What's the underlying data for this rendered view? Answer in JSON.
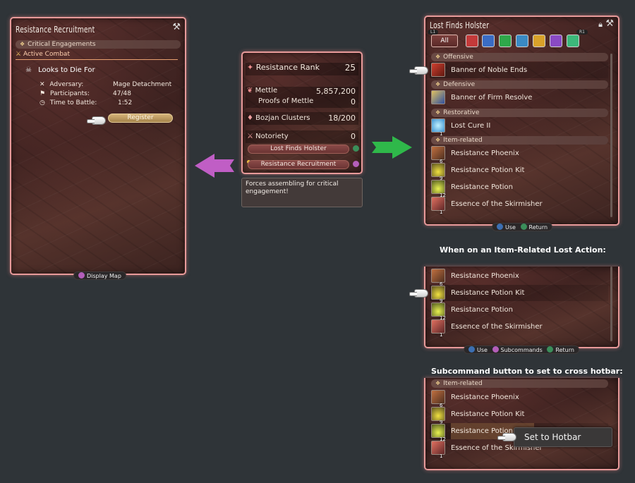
{
  "recruitment": {
    "title": "Resistance Recruitment",
    "section_critical": "Critical Engagements",
    "section_active": "Active Combat",
    "engagement_name": "Looks to Die For",
    "adversary_label": "Adversary:",
    "adversary_value": "Mage Detachment",
    "participants_label": "Participants:",
    "participants_value": "47/48",
    "time_label": "Time to Battle:",
    "time_value": "1:52",
    "register_label": "Register",
    "footer_label": "Display Map"
  },
  "rank_panel": {
    "rank_label": "Resistance Rank",
    "rank_value": "25",
    "mettle_label": "Mettle",
    "mettle_value": "5,857,200",
    "proofs_label": "Proofs of Mettle",
    "proofs_value": "0",
    "clusters_label": "Bozjan Clusters",
    "clusters_value": "18/200",
    "notoriety_label": "Notoriety",
    "notoriety_value": "0",
    "holster_button": "Lost Finds Holster",
    "recruit_button": "Resistance Recruitment",
    "tooltip": "Forces assembling for critical engagement!"
  },
  "holster": {
    "title": "Lost Finds Holster",
    "l1": "L1",
    "r1": "R1",
    "tab_all": "All",
    "section_offensive": "Offensive",
    "section_defensive": "Defensive",
    "section_restorative": "Restorative",
    "section_item": "Item-related",
    "items": {
      "banner_noble": "Banner of Noble Ends",
      "banner_firm": "Banner of Firm Resolve",
      "lost_cure": "Lost Cure II",
      "phoenix": "Resistance Phoenix",
      "potion_kit": "Resistance Potion Kit",
      "potion": "Resistance Potion",
      "essence": "Essence of the Skirmisher"
    },
    "counts": {
      "lost_cure": "1",
      "phoenix": "6",
      "potion_kit": "9",
      "potion": "12",
      "essence": "1"
    },
    "footer_use": "Use",
    "footer_return": "Return",
    "footer_subcommands": "Subcommands"
  },
  "captions": {
    "item_related": "When on an Item-Related Lost Action:",
    "subcommand": "Subcommand button to set to cross hotbar:"
  },
  "context_menu": {
    "set_hotbar": "Set to Hotbar"
  },
  "colors": {
    "panel_border": "#e89a9a",
    "arrow_left": "#c05ec5",
    "arrow_right": "#2fb84a",
    "background": "#2f3438"
  }
}
